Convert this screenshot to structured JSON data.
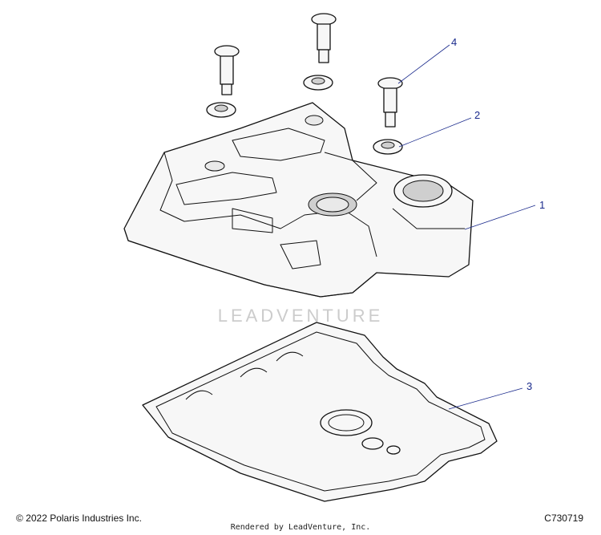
{
  "callouts": [
    {
      "id": "1",
      "label": "1"
    },
    {
      "id": "2",
      "label": "2"
    },
    {
      "id": "3",
      "label": "3"
    },
    {
      "id": "4",
      "label": "4"
    }
  ],
  "watermark": {
    "text": "LEADVENTURE"
  },
  "footer": {
    "copyright": "© 2022 Polaris Industries Inc.",
    "part_code": "C730719",
    "rendered_by": "Rendered by LeadVenture, Inc."
  },
  "colors": {
    "callout": "#1a2a8c",
    "line": "#111111",
    "watermark": "#cccccc"
  }
}
